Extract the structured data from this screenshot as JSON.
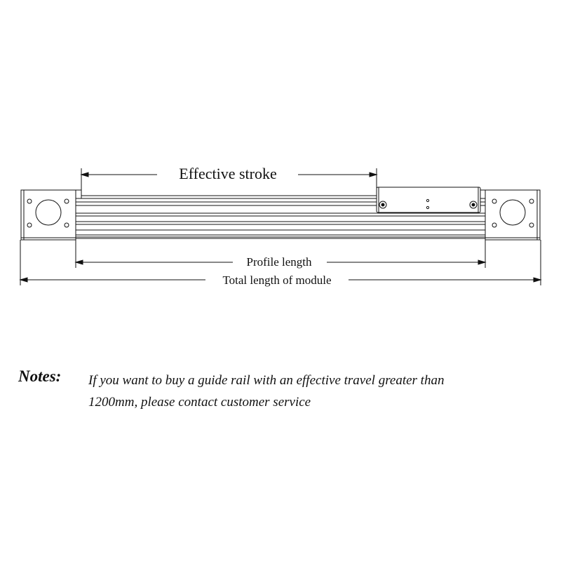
{
  "dimensions": {
    "effective_stroke": "Effective stroke",
    "profile_length": "Profile length",
    "total_length": "Total length of module"
  },
  "notes": {
    "label": "Notes:",
    "text": "If you want to buy a guide rail with an effective travel greater than 1200mm, please contact customer service"
  },
  "colors": {
    "line": "#111111",
    "background": "#ffffff"
  }
}
